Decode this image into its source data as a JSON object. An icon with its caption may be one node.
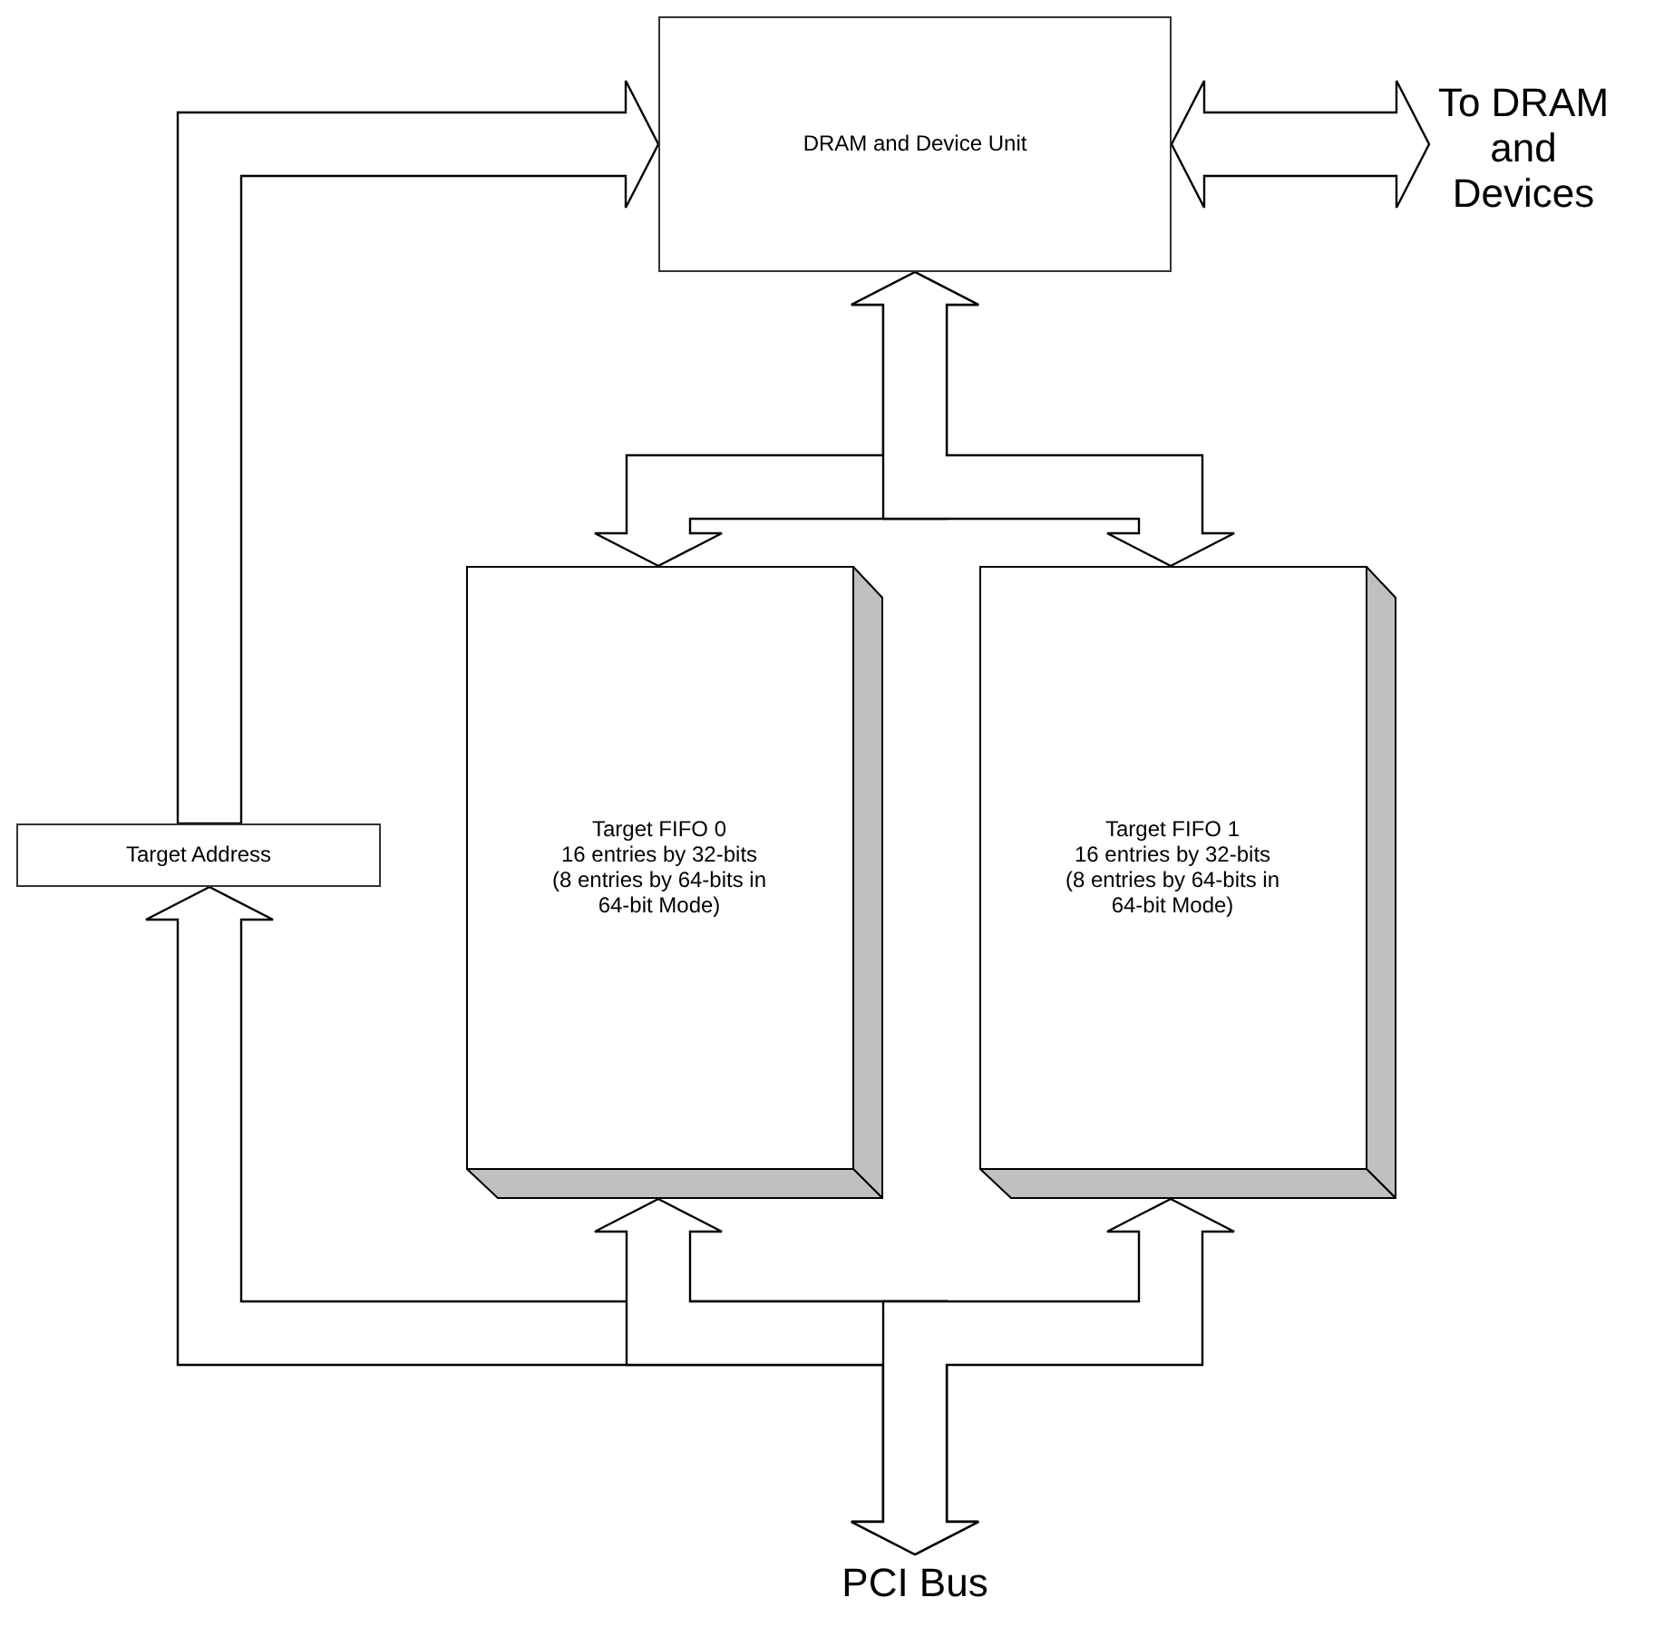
{
  "diagram": {
    "nodes": [
      {
        "text": [
          "DRAM and Device Unit"
        ]
      },
      {
        "text": [
          "To DRAM and Devices"
        ]
      },
      {
        "text": [
          "Target FIFO 0",
          "16 entries by 32-bits (8 entries by 64-bits in 64-bit Mode)"
        ]
      },
      {
        "text": [
          "Target FIFO 1",
          "16 entries by 32-bits (8 entries by 64-bits in 64-bit Mode)"
        ]
      },
      {
        "text": [
          "Target Address"
        ]
      },
      {
        "text": [
          "PCI Bus"
        ]
      }
    ],
    "edges": [
      {
        "from": 0,
        "to": 1,
        "arrow": "both"
      },
      {
        "from": 4,
        "to": 0,
        "arrow": "to"
      },
      {
        "from": 2,
        "to": 0,
        "arrow": "both"
      },
      {
        "from": 3,
        "to": 0,
        "arrow": "both"
      },
      {
        "from": 5,
        "to": 4,
        "arrow": "both"
      },
      {
        "from": 5,
        "to": 2,
        "arrow": "both"
      },
      {
        "from": 5,
        "to": 3,
        "arrow": "both"
      }
    ]
  }
}
